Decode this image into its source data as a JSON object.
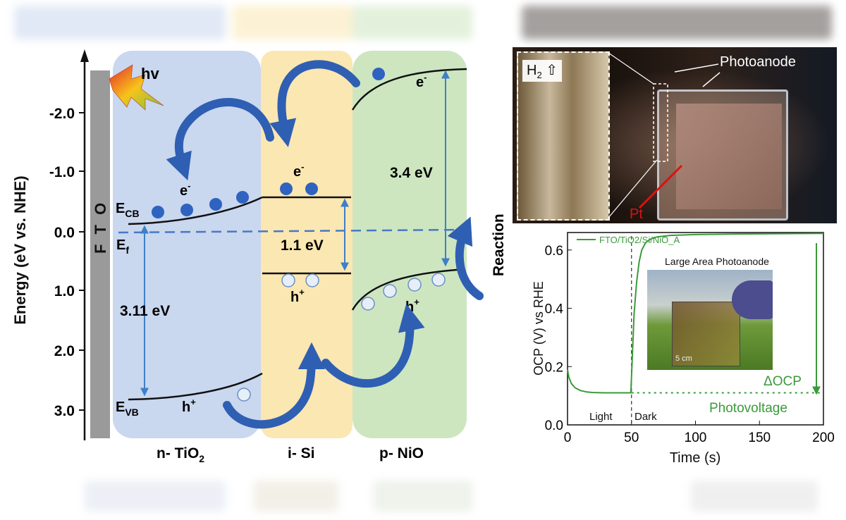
{
  "diagram": {
    "electrode_label": "F T O",
    "y_axis": {
      "label": "Energy (eV vs. NHE)",
      "ticks": [
        "-2.0",
        "-1.0",
        "0.0",
        "1.0",
        "2.0",
        "3.0"
      ]
    },
    "light_label": "hv",
    "regions": [
      {
        "name": "n- TiO",
        "sub": "2",
        "color": "#c9d7ef"
      },
      {
        "name": "i- Si",
        "sub": "",
        "color": "#fbe7b1"
      },
      {
        "name": "p- NiO",
        "sub": "",
        "color": "#cde6c0"
      }
    ],
    "labels": {
      "tio2_electron": "e",
      "tio2_hole": "h",
      "si_electron": "e",
      "si_hole": "h",
      "nio_electron": "e",
      "nio_hole": "h",
      "minus": "-",
      "plus": "+",
      "ecb_main": "E",
      "ecb_sub": "CB",
      "ef_main": "E",
      "ef_sub": "f",
      "evb_main": "E",
      "evb_sub": "VB",
      "gap_tio2": "3.11 eV",
      "gap_si": "1.1 eV",
      "gap_nio": "3.4 eV",
      "reaction": "Reaction"
    },
    "colors": {
      "arrow_blue": "#2f5fb3",
      "gap_arrow": "#3f7fc8",
      "electron": "#2f63c0",
      "hole_fill": "#e6eef8",
      "fto_bar": "#9a9a9a"
    }
  },
  "photo": {
    "h2_label": "H",
    "h2_sub": "2",
    "h2_arrow": "⇧",
    "photoanode_label": "Photoanode",
    "pt_label": "Pt"
  },
  "chart_data": {
    "type": "line",
    "title": "",
    "xlabel": "Time (s)",
    "ylabel": "OCP (V) vs RHE",
    "xlim": [
      0,
      200
    ],
    "ylim": [
      0.0,
      0.66
    ],
    "x_ticks": [
      "0",
      "50",
      "100",
      "150",
      "200"
    ],
    "y_ticks": [
      "0.0",
      "0.2",
      "0.4",
      "0.6"
    ],
    "series": [
      {
        "name": "FTO/TiO2/Si/NiO_A",
        "color": "#3a9a3a",
        "x": [
          0,
          1,
          3,
          6,
          10,
          15,
          20,
          30,
          40,
          49.5,
          50.5,
          52,
          54,
          56,
          58,
          61,
          65,
          70,
          80,
          100,
          130,
          160,
          200
        ],
        "y": [
          0.19,
          0.165,
          0.142,
          0.127,
          0.118,
          0.113,
          0.111,
          0.11,
          0.11,
          0.11,
          0.22,
          0.38,
          0.49,
          0.56,
          0.6,
          0.625,
          0.638,
          0.645,
          0.65,
          0.653,
          0.655,
          0.656,
          0.657
        ]
      }
    ],
    "annotations": {
      "light": "Light",
      "dark": "Dark",
      "delta_ocp": "ΔOCP",
      "photovoltage": "Photovoltage",
      "inset_title": "Large Area Photoanode",
      "inset_scale": "5 cm"
    },
    "photovoltage_level": 0.11,
    "light_dark_boundary": 50
  }
}
